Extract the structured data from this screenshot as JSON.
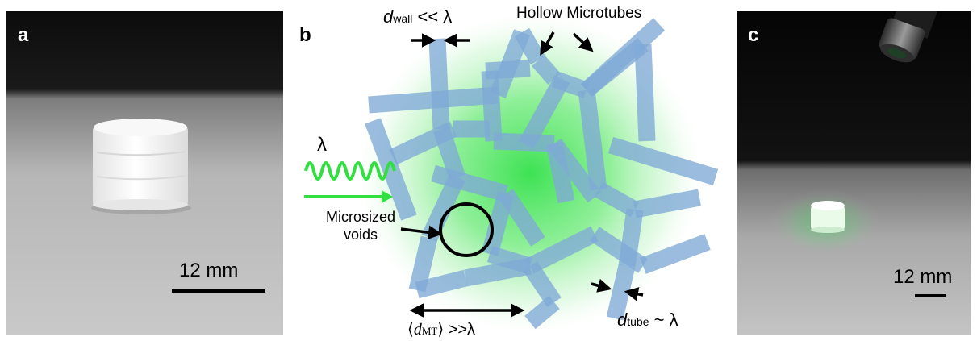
{
  "panel_a": {
    "letter": "a",
    "scale_label": "12 mm"
  },
  "panel_b": {
    "letter": "b",
    "d_wall_main": "d",
    "d_wall_sub": "wall",
    "d_wall_rel": "<< λ",
    "hollow_microtubes": "Hollow Microtubes",
    "lambda": "λ",
    "microsized_voids_line1": "Microsized",
    "microsized_voids_line2": "voids",
    "d_mt_open": "⟨",
    "d_mt_main": "d",
    "d_mt_sub": "MT",
    "d_mt_close": "⟩ >>λ",
    "d_tube_main": "d",
    "d_tube_sub": "tube",
    "d_tube_rel": "~ λ"
  },
  "panel_c": {
    "letter": "c",
    "scale_label": "12 mm"
  },
  "colors": {
    "tube": "#7fa9d6",
    "glow": "#33e04a",
    "wave": "#2fe03f"
  }
}
